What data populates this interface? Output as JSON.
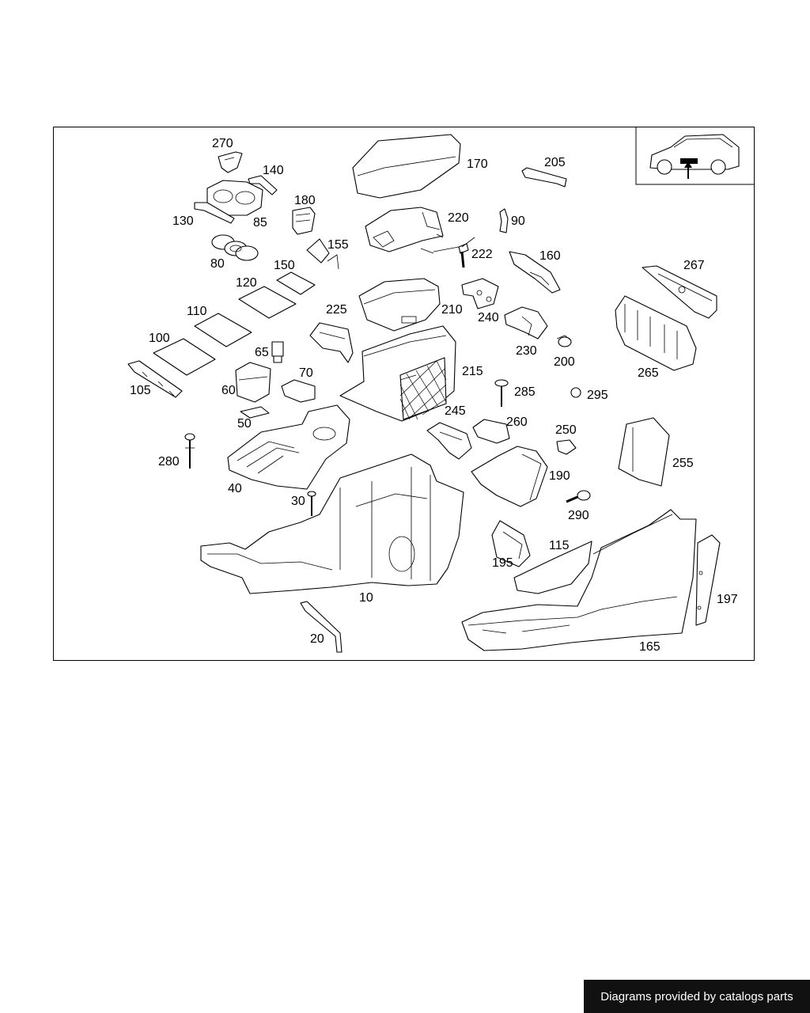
{
  "diagram": {
    "callouts": [
      "270",
      "140",
      "170",
      "205",
      "130",
      "85",
      "180",
      "220",
      "90",
      "80",
      "155",
      "222",
      "160",
      "150",
      "120",
      "210",
      "267",
      "110",
      "225",
      "240",
      "265",
      "100",
      "65",
      "230",
      "200",
      "215",
      "105",
      "60",
      "70",
      "285",
      "295",
      "50",
      "245",
      "260",
      "250",
      "280",
      "190",
      "255",
      "40",
      "30",
      "290",
      "115",
      "195",
      "197",
      "10",
      "20",
      "165"
    ],
    "icons": {
      "vehicle": "car-side-icon",
      "arrow": "arrow-up-icon"
    }
  },
  "footer": {
    "credit": "Diagrams provided by catalogs parts"
  }
}
